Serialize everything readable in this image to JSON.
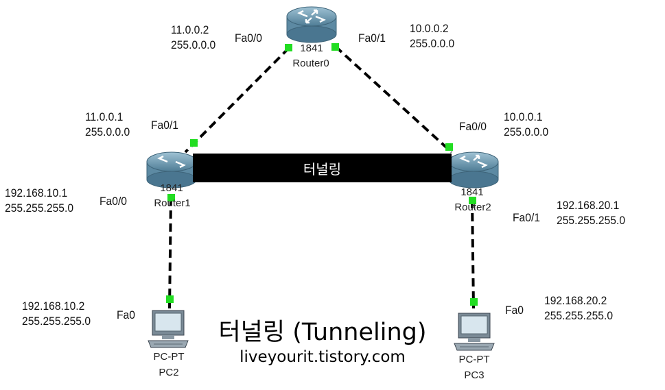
{
  "diagram": {
    "title": "터널링 (Tunneling)",
    "source": "liveyourit.tistory.com",
    "tunnel_label": "터널링",
    "colors": {
      "port_dot": "#22dd22",
      "link": "#000000",
      "tunnel_bar": "#000000",
      "router_body": "#6f9bb3"
    },
    "devices": {
      "router0": {
        "model": "1841",
        "name": "Router0",
        "icon": "router-icon"
      },
      "router1": {
        "model": "1841",
        "name": "Router1",
        "icon": "router-icon"
      },
      "router2": {
        "model": "1841",
        "name": "Router2",
        "icon": "router-icon"
      },
      "pc2": {
        "type": "PC-PT",
        "name": "PC2",
        "icon": "pc-icon"
      },
      "pc3": {
        "type": "PC-PT",
        "name": "PC3",
        "icon": "pc-icon"
      }
    },
    "interfaces": {
      "r0_fa00": {
        "port": "Fa0/0",
        "ip": "11.0.0.2",
        "mask": "255.0.0.0"
      },
      "r0_fa01": {
        "port": "Fa0/1",
        "ip": "10.0.0.2",
        "mask": "255.0.0.0"
      },
      "r1_fa01": {
        "port": "Fa0/1",
        "ip": "11.0.0.1",
        "mask": "255.0.0.0"
      },
      "r1_fa00": {
        "port": "Fa0/0",
        "ip": "192.168.10.1",
        "mask": "255.255.255.0"
      },
      "r2_fa00": {
        "port": "Fa0/0",
        "ip": "10.0.0.1",
        "mask": "255.0.0.0"
      },
      "r2_fa01": {
        "port": "Fa0/1",
        "ip": "192.168.20.1",
        "mask": "255.255.255.0"
      },
      "pc2_fa0": {
        "port": "Fa0",
        "ip": "192.168.10.2",
        "mask": "255.255.255.0"
      },
      "pc3_fa0": {
        "port": "Fa0",
        "ip": "192.168.20.2",
        "mask": "255.255.255.0"
      }
    },
    "links": [
      {
        "from": "router0",
        "to": "router1",
        "style": "dashed"
      },
      {
        "from": "router0",
        "to": "router2",
        "style": "dashed"
      },
      {
        "from": "router1",
        "to": "pc2",
        "style": "dashed"
      },
      {
        "from": "router2",
        "to": "pc3",
        "style": "dashed"
      }
    ]
  }
}
